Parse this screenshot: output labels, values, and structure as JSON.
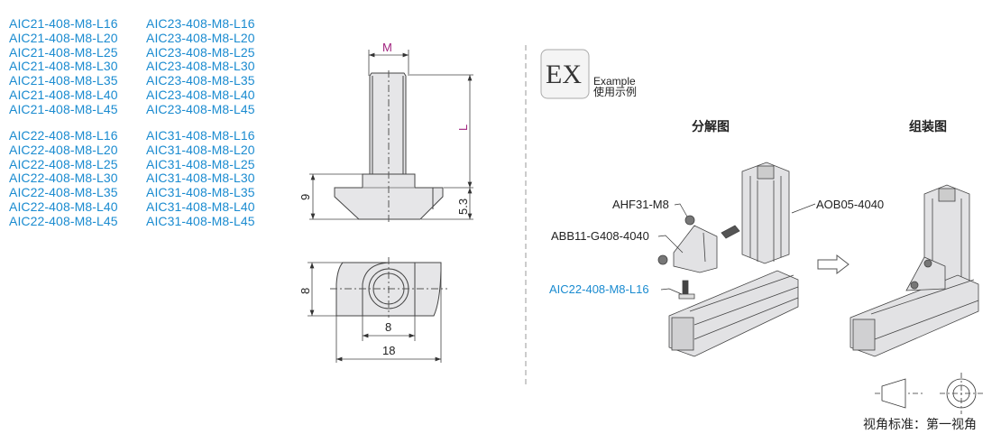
{
  "part_numbers": {
    "group1_col1": [
      "AIC21-408-M8-L16",
      "AIC21-408-M8-L20",
      "AIC21-408-M8-L25",
      "AIC21-408-M8-L30",
      "AIC21-408-M8-L35",
      "AIC21-408-M8-L40",
      "AIC21-408-M8-L45"
    ],
    "group1_col2": [
      "AIC23-408-M8-L16",
      "AIC23-408-M8-L20",
      "AIC23-408-M8-L25",
      "AIC23-408-M8-L30",
      "AIC23-408-M8-L35",
      "AIC23-408-M8-L40",
      "AIC23-408-M8-L45"
    ],
    "group2_col1": [
      "AIC22-408-M8-L16",
      "AIC22-408-M8-L20",
      "AIC22-408-M8-L25",
      "AIC22-408-M8-L30",
      "AIC22-408-M8-L35",
      "AIC22-408-M8-L40",
      "AIC22-408-M8-L45"
    ],
    "group2_col2": [
      "AIC31-408-M8-L16",
      "AIC31-408-M8-L20",
      "AIC31-408-M8-L25",
      "AIC31-408-M8-L30",
      "AIC31-408-M8-L35",
      "AIC31-408-M8-L40",
      "AIC31-408-M8-L45"
    ]
  },
  "drawing": {
    "dim_m": "M",
    "dim_l": "L",
    "dim_9": "9",
    "dim_5_3": "5.3",
    "dim_8_height": "8",
    "dim_8_width": "8",
    "dim_18": "18"
  },
  "example": {
    "badge": "EX",
    "label_en": "Example",
    "label_cn": "使用示例",
    "exploded_title": "分解图",
    "assembled_title": "组装图",
    "callouts": {
      "nut": "AHF31-M8",
      "bracket": "ABB11-G408-4040",
      "profile": "AOB05-4040",
      "bolt": "AIC22-408-M8-L16"
    }
  },
  "projection": {
    "label": "视角标准：第一视角"
  },
  "colors": {
    "part_number_blue": "#1a8bd0",
    "dimension_magenta": "#a0227e"
  }
}
